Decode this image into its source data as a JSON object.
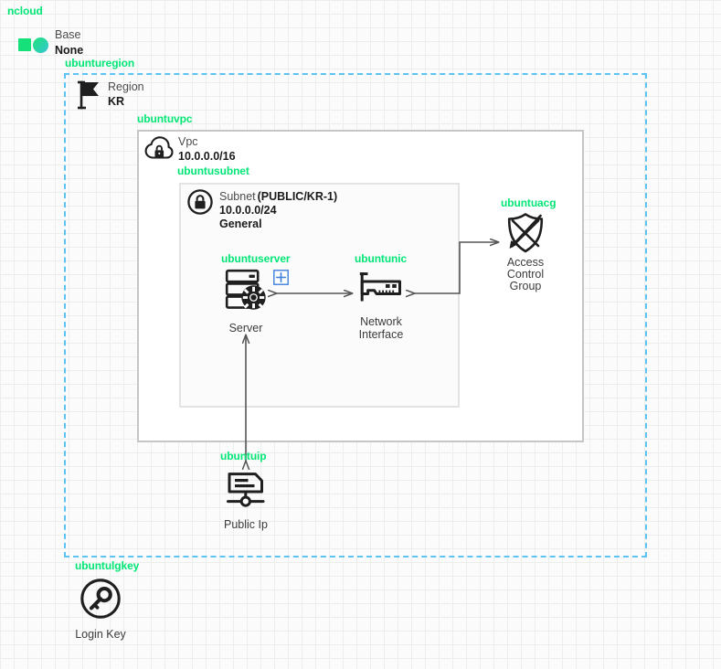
{
  "diagram": {
    "root_label": "ncloud",
    "base": {
      "title": "Base",
      "value": "None",
      "icon": "base-square-circle-icon"
    },
    "region": {
      "tag": "ubunturegion",
      "title": "Region",
      "value": "KR",
      "icon": "flag-icon"
    },
    "vpc": {
      "tag": "ubuntuvpc",
      "title": "Vpc",
      "cidr": "10.0.0.0/16",
      "icon": "cloud-lock-icon"
    },
    "subnet": {
      "tag": "ubuntusubnet",
      "title": "Subnet",
      "scope": "(PUBLIC/KR-1)",
      "cidr": "10.0.0.0/24",
      "usage": "General",
      "icon": "lock-circle-icon"
    },
    "nodes": [
      {
        "tag": "ubuntuserver",
        "label_line1": "Server",
        "label_line2": "",
        "icon": "server-gear-icon",
        "badge": "+"
      },
      {
        "tag": "ubuntunic",
        "label_line1": "Network",
        "label_line2": "Interface",
        "icon": "network-interface-card-icon"
      },
      {
        "tag": "ubuntuacg",
        "label_line1": "Access",
        "label_line2": "Control",
        "label_line3": "Group",
        "icon": "shield-acl-icon"
      },
      {
        "tag": "ubuntuip",
        "label_line1": "Public Ip",
        "label_line2": "",
        "icon": "public-ip-icon"
      },
      {
        "tag": "ubuntulgkey",
        "label_line1": "Login Key",
        "label_line2": "",
        "icon": "key-circle-icon"
      }
    ],
    "colors": {
      "tag_green": "#00e676",
      "region_dashed_blue": "#5cc3f2",
      "vpc_border": "#c6c6c6",
      "subnet_border": "#e3e3e3",
      "icon_dark": "#1f1f1f",
      "connector_gray": "#555555",
      "badge_blue": "#3d7fdb",
      "grid_line": "#eceeec"
    }
  }
}
